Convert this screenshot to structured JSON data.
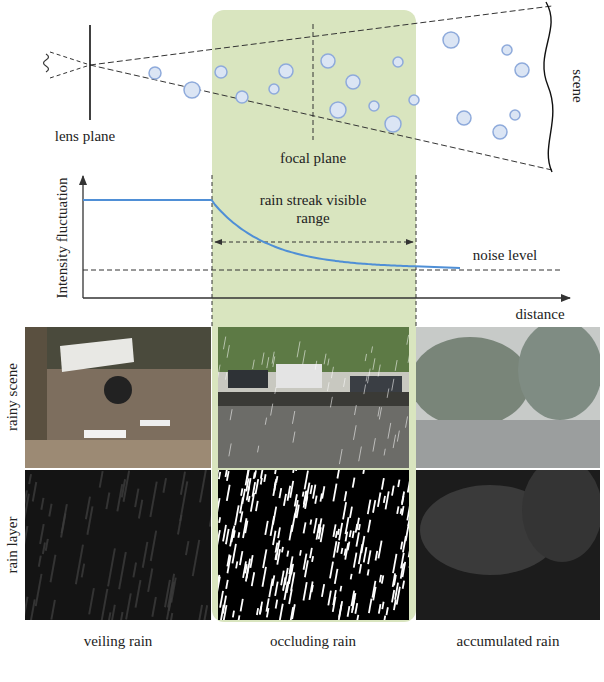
{
  "diagram": {
    "nodes": [
      {
        "text": [
          "focal plane",
          "rain streak visible range"
        ]
      }
    ],
    "labels": [
      "lens plane",
      "scene",
      "Intensity fluctuation",
      "noise level",
      "distance",
      "rainy scene",
      "rain layer",
      "veiling rain",
      "occluding rain",
      "accumulated rain"
    ]
  }
}
